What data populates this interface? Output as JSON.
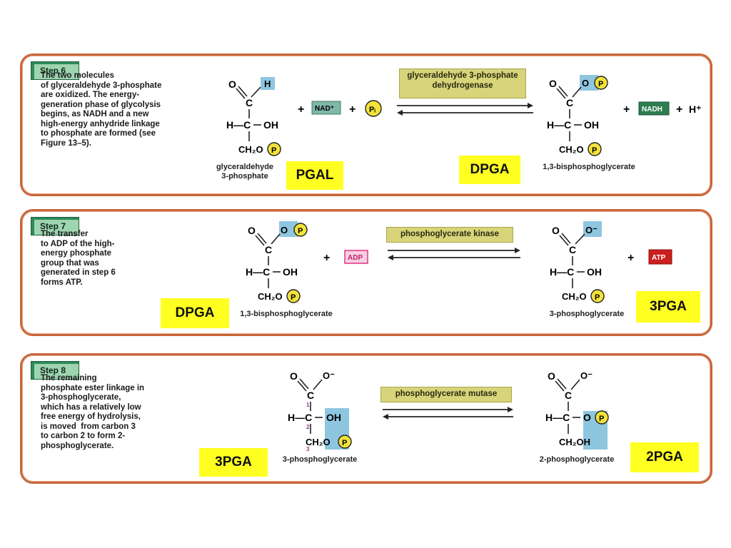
{
  "steps": [
    {
      "tab": "Step 6",
      "description": "The two molecules\nof glyceraldehyde 3-phosphate\nare oxidized. The energy-\ngeneration phase of glycolysis\nbegins, as NADH and a new\nhigh-energy anhydride linkage\nto phosphate are formed (see\nFigure 13–5).",
      "enzyme": "glyceraldehyde 3-phosphate\ndehydrogenase",
      "substrate_name": "glyceraldehyde\n3-phosphate",
      "product_name": "1,3-bisphosphoglycerate",
      "cofactor_in": "NAD⁺",
      "pi": "Pᵢ",
      "cofactor_out": "NADH",
      "proton": "H⁺",
      "tag_left": "PGAL",
      "tag_right": "DPGA"
    },
    {
      "tab": "Step 7",
      "description": "The transfer\nto ADP of the high-\nenergy phosphate\ngroup that was\ngenerated in step 6\nforms ATP.",
      "enzyme": "phosphoglycerate kinase",
      "substrate_name": "1,3-bisphosphoglycerate",
      "product_name": "3-phosphoglycerate",
      "cofactor_in": "ADP",
      "cofactor_out": "ATP",
      "tag_left": "DPGA",
      "tag_right": "3PGA"
    },
    {
      "tab": "Step 8",
      "description": "The remaining\nphosphate ester linkage in\n3-phosphoglycerate,\nwhich has a relatively low\nfree energy of hydrolysis,\nis moved  from carbon 3\nto carbon 2 to form 2-\nphosphoglycerate.",
      "enzyme": "phosphoglycerate mutase",
      "substrate_name": "3-phosphoglycerate",
      "product_name": "2-phosphoglycerate",
      "carbon_numbers": [
        "1",
        "2",
        "3"
      ],
      "tag_left": "3PGA",
      "tag_right": "2PGA"
    }
  ],
  "chem": {
    "O": "O",
    "H": "H",
    "C": "C",
    "OH": "OH",
    "HC": "H—C",
    "CH2O": "CH₂O",
    "CH2OH": "CH₂OH",
    "P": "P",
    "Ominus": "O⁻",
    "plus": "+"
  },
  "colors": {
    "panel_border": "#c8663a",
    "tab_green": "#2e8a5a",
    "highlight_blue": "#8ec6e0",
    "phosphate_yellow": "#f2e23a",
    "tag_yellow": "#ffff22",
    "nadh_green": "#2e7d4f",
    "atp_red": "#cc1f1f",
    "adp_pink": "#e0408a"
  }
}
